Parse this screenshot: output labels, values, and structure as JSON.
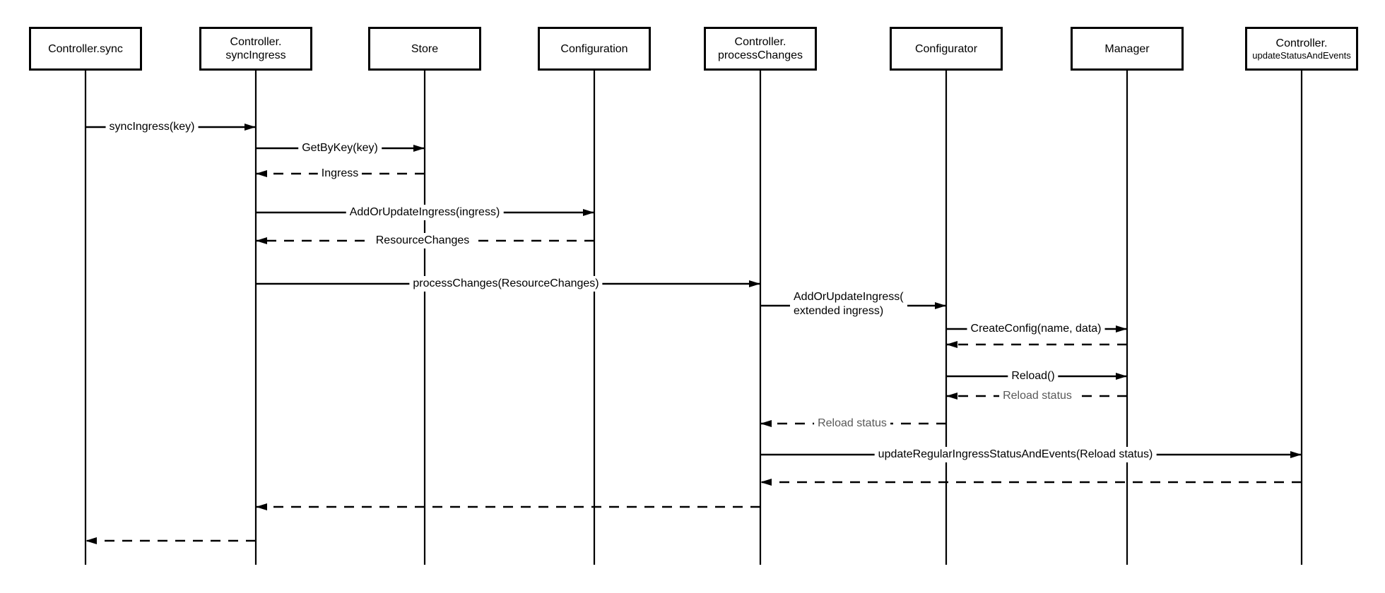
{
  "diagram": {
    "type": "uml-sequence-diagram",
    "colors": {
      "background": "#ffffff",
      "line": "#000000",
      "text": "#000000",
      "muted_text": "#595959"
    },
    "participants": [
      {
        "id": "controller-sync",
        "lines": [
          "Controller.sync"
        ]
      },
      {
        "id": "controller-syncingress",
        "lines": [
          "Controller.",
          "syncIngress"
        ]
      },
      {
        "id": "store",
        "lines": [
          "Store"
        ]
      },
      {
        "id": "configuration",
        "lines": [
          "Configuration"
        ]
      },
      {
        "id": "controller-processchanges",
        "lines": [
          "Controller.",
          "processChanges"
        ]
      },
      {
        "id": "configurator",
        "lines": [
          "Configurator"
        ]
      },
      {
        "id": "manager",
        "lines": [
          "Manager"
        ]
      },
      {
        "id": "controller-updatestatusandevents",
        "lines": [
          "Controller.",
          "updateStatusAndEvents"
        ]
      }
    ],
    "messages": [
      {
        "label": "syncIngress(key)",
        "from": "Controller.sync",
        "to": "Controller.syncIngress",
        "style": "solid"
      },
      {
        "label": "GetByKey(key)",
        "from": "Controller.syncIngress",
        "to": "Store",
        "style": "solid"
      },
      {
        "label": "Ingress",
        "from": "Store",
        "to": "Controller.syncIngress",
        "style": "dashed-return"
      },
      {
        "label": "AddOrUpdateIngress(ingress)",
        "from": "Controller.syncIngress",
        "to": "Configuration",
        "style": "solid"
      },
      {
        "label": "ResourceChanges",
        "from": "Configuration",
        "to": "Controller.syncIngress",
        "style": "dashed-return"
      },
      {
        "label": "processChanges(ResourceChanges)",
        "from": "Controller.syncIngress",
        "to": "Controller.processChanges",
        "style": "solid"
      },
      {
        "label": "AddOrUpdateIngress(\nextended ingress)",
        "from": "Controller.processChanges",
        "to": "Configurator",
        "style": "solid"
      },
      {
        "label": "CreateConfig(name, data)",
        "from": "Configurator",
        "to": "Manager",
        "style": "solid"
      },
      {
        "label": "",
        "from": "Manager",
        "to": "Configurator",
        "style": "dashed-return"
      },
      {
        "label": "Reload()",
        "from": "Configurator",
        "to": "Manager",
        "style": "solid"
      },
      {
        "label": "Reload status",
        "from": "Manager",
        "to": "Configurator",
        "style": "dashed-return"
      },
      {
        "label": "Reload status",
        "from": "Configurator",
        "to": "Controller.processChanges",
        "style": "dashed-return"
      },
      {
        "label": "updateRegularIngressStatusAndEvents(Reload status)",
        "from": "Controller.processChanges",
        "to": "Controller.updateStatusAndEvents",
        "style": "solid"
      },
      {
        "label": "",
        "from": "Controller.updateStatusAndEvents",
        "to": "Controller.processChanges",
        "style": "dashed-return"
      },
      {
        "label": "",
        "from": "Controller.processChanges",
        "to": "Controller.syncIngress",
        "style": "dashed-return"
      },
      {
        "label": "",
        "from": "Controller.syncIngress",
        "to": "Controller.sync",
        "style": "dashed-return"
      }
    ]
  }
}
